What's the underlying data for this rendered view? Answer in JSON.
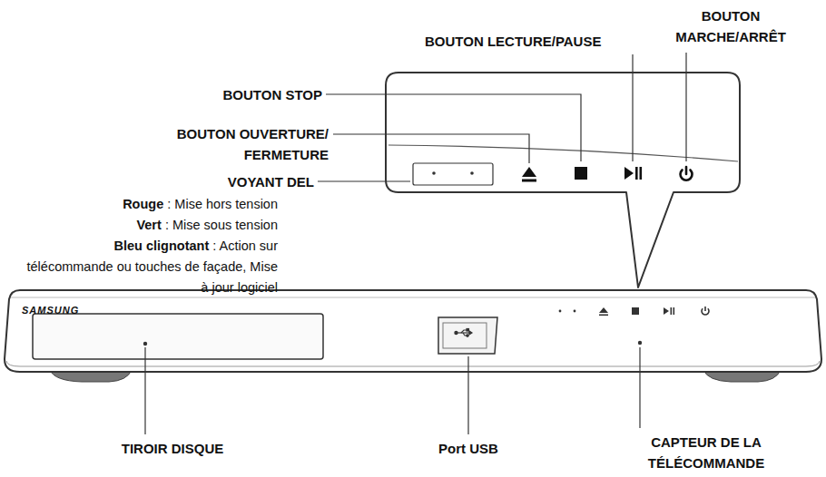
{
  "diagram": {
    "labels": [
      "BOUTON MARCHE/ARRÊT",
      "BOUTON LECTURE/PAUSE",
      "BOUTON STOP",
      "BOUTON OUVERTURE/ FERMETURE",
      "VOYANT DEL",
      "Rouge",
      ": Mise hors tension",
      "Vert",
      ": Mise sous tension",
      "Bleu clignotant",
      ": Action sur télécommande ou touches de façade, Mise à jour logiciel",
      "SAMSUNG",
      "TIROIR DISQUE",
      "Port USB",
      "CAPTEUR DE LA TÉLÉCOMMANDE"
    ]
  }
}
